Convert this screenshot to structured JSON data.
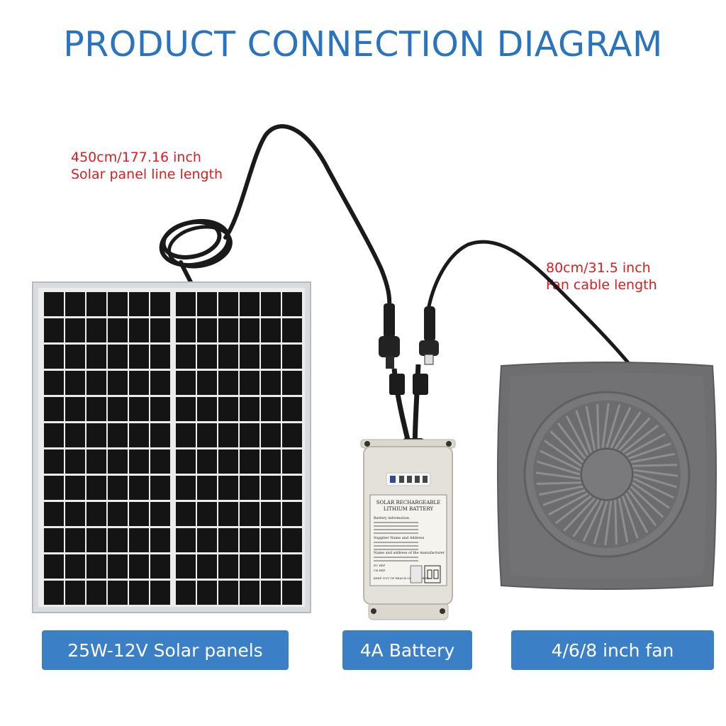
{
  "title": "PRODUCT CONNECTION DIAGRAM",
  "annotations": {
    "solar_line": [
      "450cm/177.16 inch",
      "Solar panel line length"
    ],
    "fan_cable": [
      "80cm/31.5 inch",
      "Fan cable length"
    ]
  },
  "components": [
    {
      "id": "solar-panel",
      "label": "25W-12V Solar panels"
    },
    {
      "id": "battery",
      "label": "4A Battery"
    },
    {
      "id": "fan",
      "label": "4/6/8 inch fan"
    }
  ],
  "battery_device": {
    "header": [
      "SOLAR RECHARGEABLE",
      "LITHIUM BATTERY"
    ],
    "section": "Battery information",
    "supplier": "Supplier Name and Address",
    "manufacturer": "Name and address of the manufacturer",
    "warning": "KEEP OUT OF REACH OF CHILDREN",
    "marks": [
      "EU REP",
      "UK REP"
    ]
  },
  "colors": {
    "title": "#2a74bf",
    "annotation": "#d81e1e",
    "label_bg": "#3b7fc7",
    "label_text": "#ffffff",
    "panel_cell": "#141414",
    "fan_body": "#6e6e70",
    "battery_case": "#e4e1da"
  }
}
